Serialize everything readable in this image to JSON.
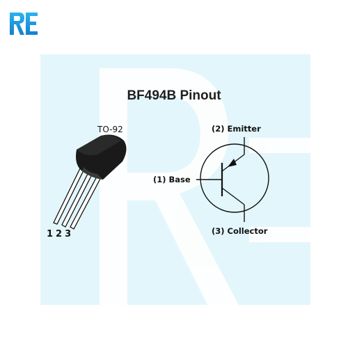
{
  "logo": {
    "text": "RE",
    "icon": "re-logo-icon"
  },
  "title": "BF494B Pinout",
  "package": {
    "name": "TO-92",
    "pin_numbers": [
      "1",
      "2",
      "3"
    ]
  },
  "symbol": {
    "type": "NPN transistor",
    "emitter_label": "(2) Emitter",
    "base_label": "(1) Base",
    "collector_label": "(3) Collector"
  },
  "colors": {
    "panel_bg": "#e3f6fb",
    "logo_blue": "#1da1e6",
    "package_body": "#1a1a1a"
  }
}
